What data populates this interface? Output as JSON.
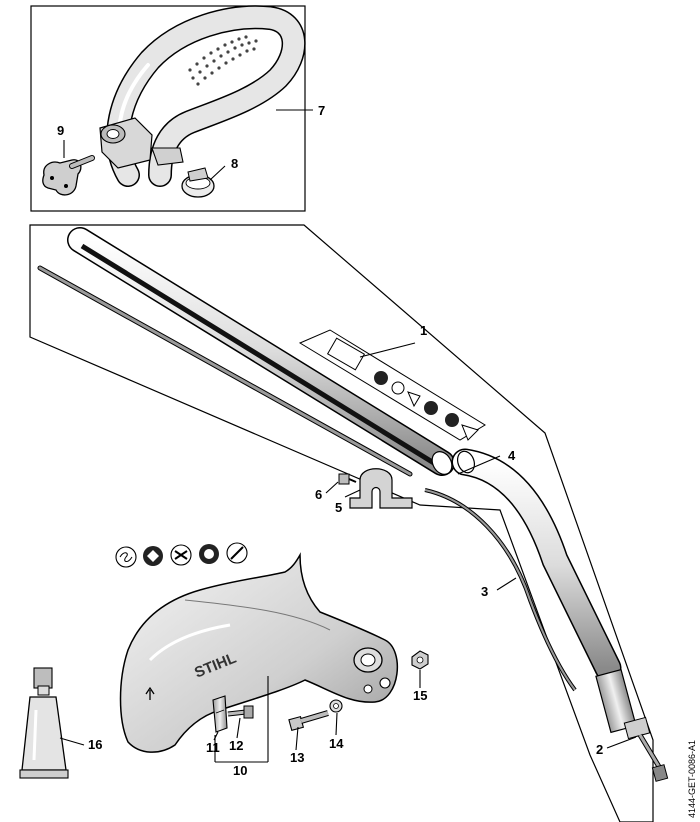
{
  "diagram": {
    "document_code": "4144-GET-0086-A1",
    "brand_stamp": "STIHL",
    "callouts": [
      {
        "id": "1",
        "label": "1"
      },
      {
        "id": "2",
        "label": "2"
      },
      {
        "id": "3",
        "label": "3"
      },
      {
        "id": "4",
        "label": "4"
      },
      {
        "id": "5",
        "label": "5"
      },
      {
        "id": "6",
        "label": "6"
      },
      {
        "id": "7",
        "label": "7"
      },
      {
        "id": "8",
        "label": "8"
      },
      {
        "id": "9",
        "label": "9"
      },
      {
        "id": "10",
        "label": "10"
      },
      {
        "id": "11",
        "label": "11"
      },
      {
        "id": "12",
        "label": "12"
      },
      {
        "id": "13",
        "label": "13"
      },
      {
        "id": "14",
        "label": "14"
      },
      {
        "id": "15",
        "label": "15"
      },
      {
        "id": "16",
        "label": "16"
      }
    ]
  }
}
